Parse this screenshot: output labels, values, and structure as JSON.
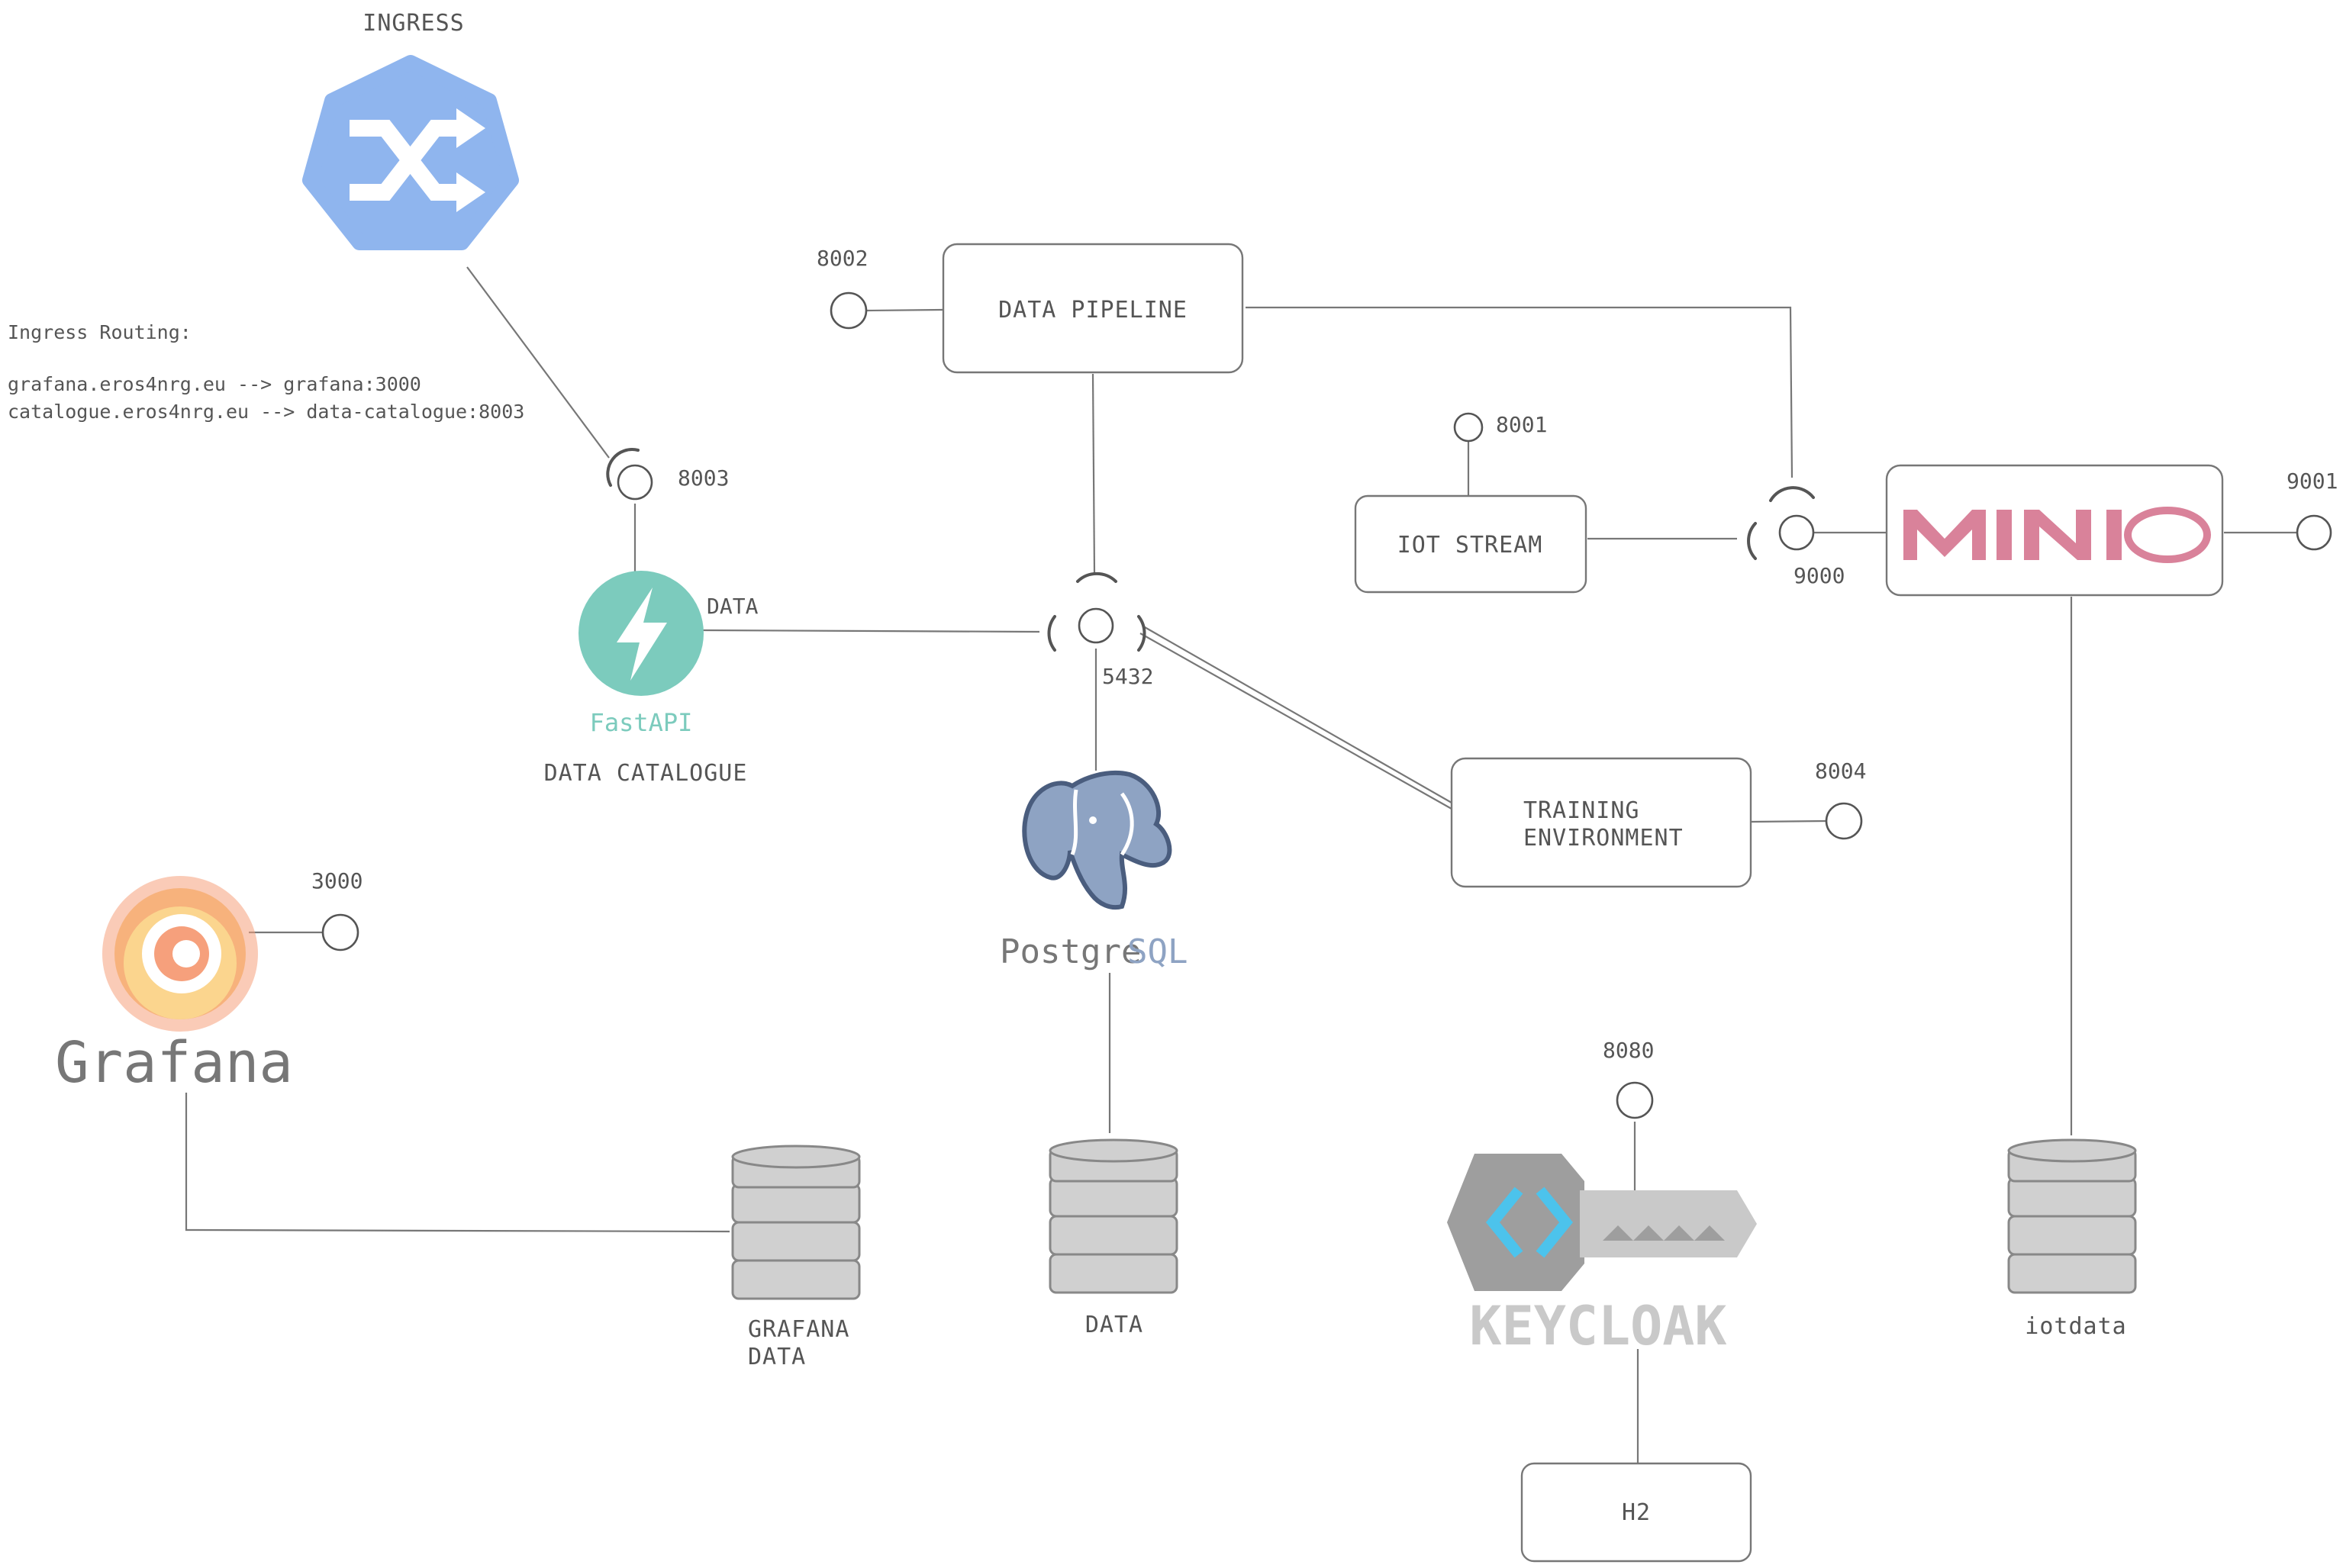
{
  "ingress": {
    "title": "INGRESS"
  },
  "routing_note": {
    "heading": "Ingress Routing:",
    "lines": [
      "grafana.eros4nrg.eu --> grafana:3000",
      "catalogue.eros4nrg.eu --> data-catalogue:8003"
    ]
  },
  "components": {
    "data_pipeline": {
      "label": "DATA PIPELINE",
      "port": "8002"
    },
    "iot_stream": {
      "label": "IOT STREAM",
      "port": "8001"
    },
    "minio": {
      "logo": "MINIO",
      "api_port": "9000",
      "console_port": "9001"
    },
    "data_catalogue": {
      "label": "DATA CATALOGUE",
      "logo": "FastAPI",
      "port": "8003",
      "connection_label": "DATA"
    },
    "postgres": {
      "logo_a": "Postgre",
      "logo_b": "SQL",
      "port": "5432"
    },
    "training_env": {
      "label_line1": "TRAINING",
      "label_line2": "ENVIRONMENT",
      "port": "8004"
    },
    "grafana": {
      "logo": "Grafana",
      "port": "3000"
    },
    "keycloak": {
      "logo": "KEYCLOAK",
      "port": "8080"
    },
    "h2": {
      "label": "H2"
    }
  },
  "storage": {
    "grafana_data": {
      "line1": "GRAFANA",
      "line2": "DATA"
    },
    "postgres_data": {
      "label": "DATA"
    },
    "minio_data": {
      "label": "iotdata"
    }
  },
  "colors": {
    "ingress_blue": "#8fb5ee",
    "fastapi_teal": "#7ccbbd",
    "minio_pink": "#d9829a",
    "postgres_blue": "#8ea3c3",
    "grafana_orange": "#f6a07c",
    "keycloak_cyan": "#4cc3ec",
    "keycloak_gray": "#c9c9c9",
    "line_gray": "#777777"
  },
  "icons": [
    "ingress-shuffle-icon",
    "fastapi-bolt-icon",
    "postgres-elephant-icon",
    "grafana-swirl-icon",
    "keycloak-key-icon",
    "database-cylinder-icon"
  ]
}
